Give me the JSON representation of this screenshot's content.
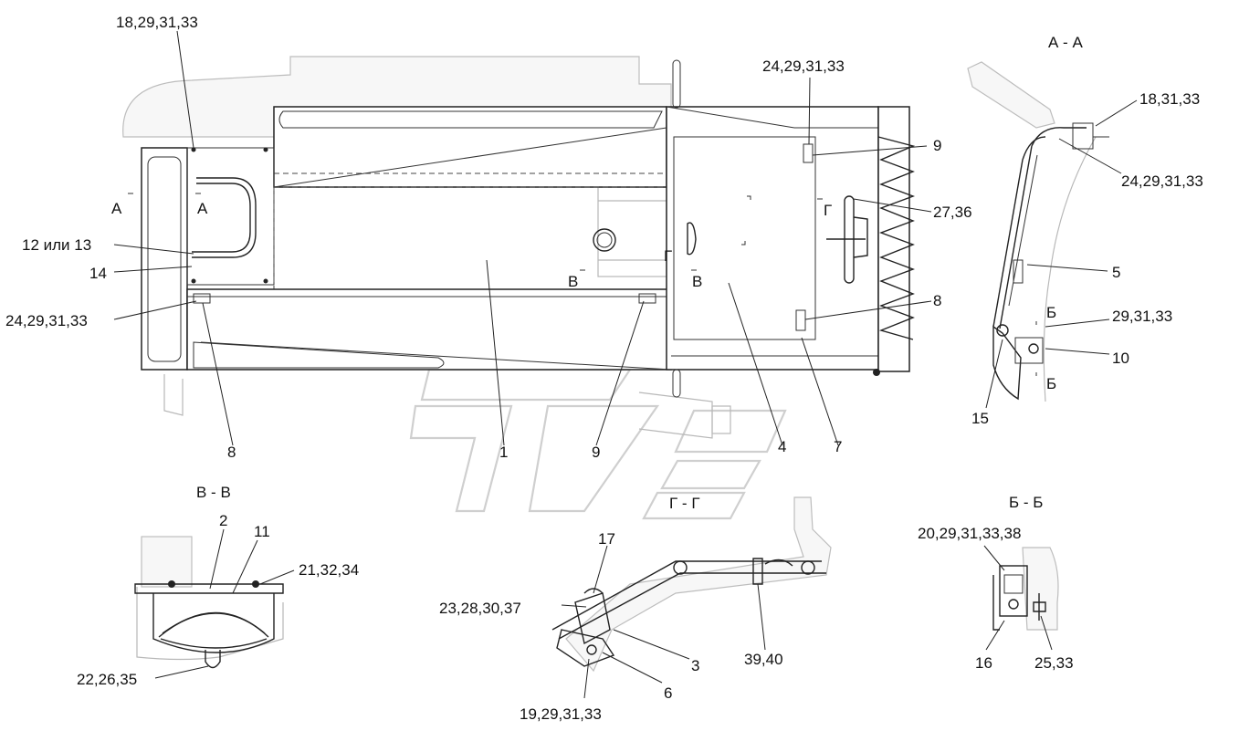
{
  "section_titles": {
    "aa": "А - А",
    "vv": "В - В",
    "gg": "Г - Г",
    "bb": "Б - Б"
  },
  "cut_marks": {
    "a_left": "А",
    "a_right": "А",
    "v_left": "В",
    "v_right": "В",
    "g_upper": "Г",
    "g_lower": "Г",
    "b_upper": "Б",
    "b_lower": "Б"
  },
  "main_callouts": {
    "c_18_29_31_33": "18,29,31,33",
    "c_12_or_13": "12 или 13",
    "c_14": "14",
    "c_24_29_31_33_left": "24,29,31,33",
    "c_8_left": "8",
    "c_1": "1",
    "c_9_bottom": "9",
    "c_4": "4",
    "c_7": "7",
    "c_24_29_31_33_top": "24,29,31,33",
    "c_9_right": "9",
    "c_27_36": "27,36",
    "c_8_right": "8"
  },
  "aa_callouts": {
    "c_18_31_33": "18,31,33",
    "c_24_29_31_33": "24,29,31,33",
    "c_5": "5",
    "c_29_31_33": "29,31,33",
    "c_10": "10",
    "c_15": "15"
  },
  "vv_callouts": {
    "c_2": "2",
    "c_11": "11",
    "c_21_32_34": "21,32,34",
    "c_22_26_35": "22,26,35"
  },
  "gg_callouts": {
    "c_17": "17",
    "c_23_28_30_37": "23,28,30,37",
    "c_3": "3",
    "c_6": "6",
    "c_19_29_31_33": "19,29,31,33",
    "c_39_40": "39,40"
  },
  "bb_callouts": {
    "c_20_29_31_33_38": "20,29,31,33,38",
    "c_16": "16",
    "c_25_33": "25,33"
  }
}
